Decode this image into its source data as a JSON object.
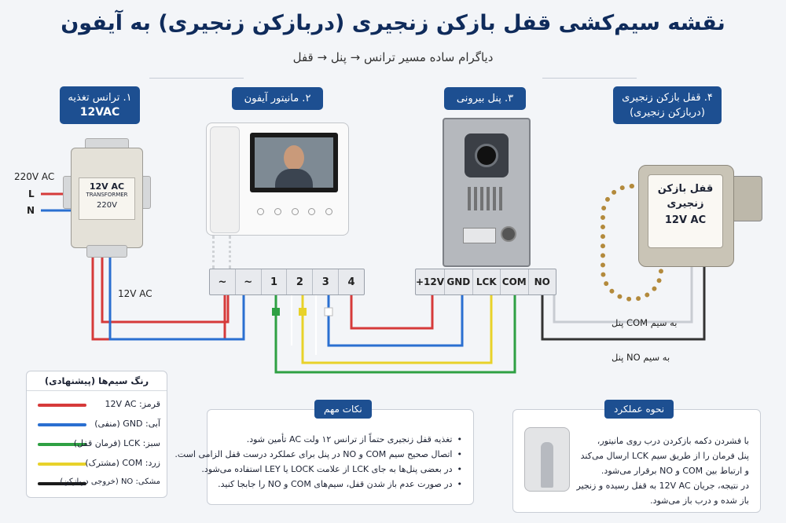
{
  "header": {
    "title": "نقشه سیم‌کشی قفل بازکن زنجیری (دربازکن زنجیری) به آیفون",
    "subtitle": "دیاگرام ساده مسیر ترانس → پنل → قفل"
  },
  "components": {
    "transformer": {
      "badge_line1": "۱. ترانس تغذیه",
      "badge_line2": "12VAC",
      "body_line1": "12V AC",
      "body_line2": "TRANSFORMER",
      "body_line3": "220V",
      "input_label": "220V AC",
      "live": "L",
      "neutral": "N",
      "output_label": "12V AC"
    },
    "monitor": {
      "badge": "۲. مانیتور آیفون",
      "terminals": [
        "~",
        "~",
        "1",
        "2",
        "3",
        "4"
      ]
    },
    "panel": {
      "badge": "۳. پنل بیرونی",
      "terminals": [
        "+12V",
        "GND",
        "LCK",
        "COM",
        "NO"
      ]
    },
    "lock": {
      "badge_line1": "۴. قفل بازکن زنجیری",
      "badge_line2": "(دربازکن زنجیری)",
      "plate_line1": "قفل بازکن",
      "plate_line2": "زنجیری",
      "plate_line3": "12V AC",
      "to_com": "به سیم COM پنل",
      "to_no": "به سیم NO پنل"
    }
  },
  "legend": {
    "title": "رنگ سیم‌ها (پیشنهادی)",
    "items": [
      {
        "label": "قرمز: 12V AC",
        "color": "#d63a3a"
      },
      {
        "label": "آبی: GND (منفی)",
        "color": "#2a6fd1"
      },
      {
        "label": "سبز: LCK (فرمان قفل)",
        "color": "#2ea043"
      },
      {
        "label": "زرد: COM (مشترک)",
        "color": "#e8d22a"
      },
      {
        "label": "مشکی: NO (خروجی دربازکن)",
        "color": "#1a1a1a"
      }
    ]
  },
  "notes": {
    "title": "نکات مهم",
    "items": [
      "تغذیه قفل زنجیری حتماً از ترانس ۱۲ ولت AC تأمین شود.",
      "اتصال صحیح سیم COM و NO در پنل برای عملکرد درست قفل الزامی است.",
      "در بعضی پنل‌ها به جای LCK از علامت LOCK یا LEY استفاده می‌شود.",
      "در صورت عدم باز شدن قفل، سیم‌های COM و NO را جابجا کنید."
    ]
  },
  "operation": {
    "title": "نحوه عملکرد",
    "lines": [
      "با فشردن دکمه بازکردن درب روی مانیتور،",
      "پنل فرمان را از طریق سیم LCK ارسال می‌کند",
      "و ارتباط بین COM و NO برقرار می‌شود.",
      "در نتیجه، جریان 12V AC به قفل رسیده و زنجیر",
      "باز شده و درب باز می‌شود."
    ]
  }
}
